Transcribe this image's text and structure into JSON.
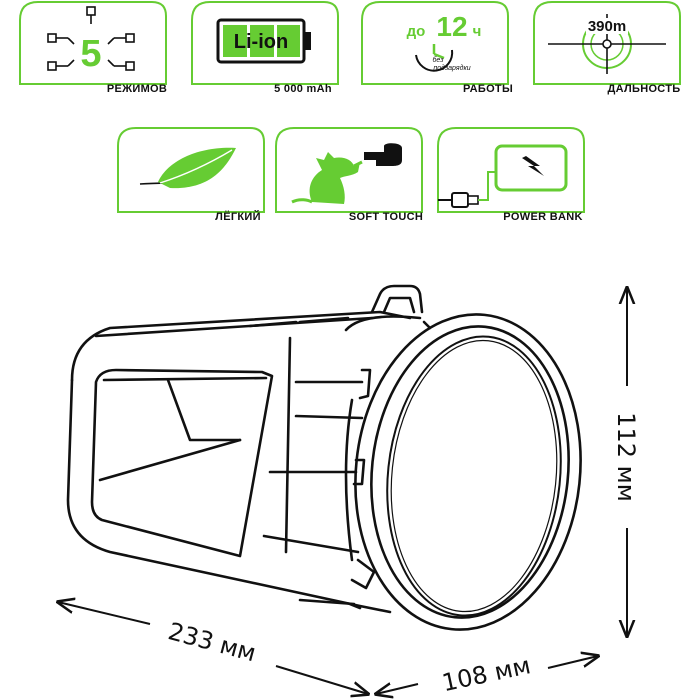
{
  "features_row1": [
    {
      "id": "modes",
      "value": "5",
      "label": "РЕЖИМОВ"
    },
    {
      "id": "battery",
      "value": "Li-ion",
      "label": "5 000 mAh"
    },
    {
      "id": "runtime",
      "prefix": "до",
      "value": "12",
      "unit": "ч",
      "note_line1": "без",
      "note_line2": "подзарядки",
      "label": "РАБОТЫ"
    },
    {
      "id": "range",
      "value": "390m",
      "label": "ДАЛЬНОСТЬ"
    }
  ],
  "features_row2": [
    {
      "id": "light",
      "label": "ЛЁГКИЙ"
    },
    {
      "id": "soft_touch",
      "label": "SOFT TOUCH"
    },
    {
      "id": "power_bank",
      "label": "POWER BANK"
    }
  ],
  "dimensions": {
    "height": "112 мм",
    "length": "233 мм",
    "diameter": "108 мм"
  },
  "colors": {
    "accent": "#66cc33",
    "outline": "#111111"
  }
}
